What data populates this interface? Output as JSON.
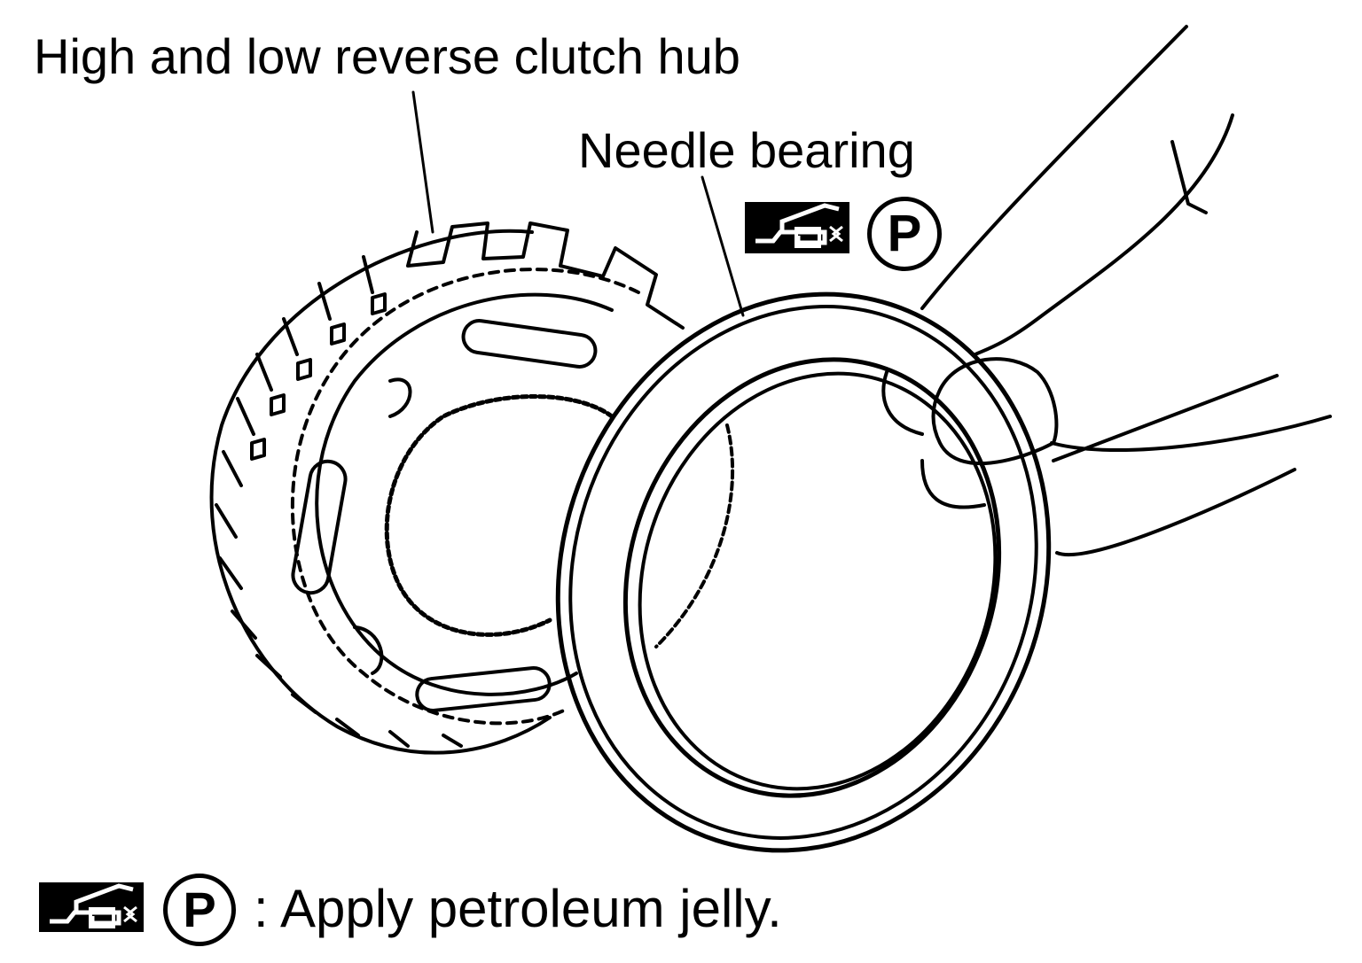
{
  "labels": {
    "hub": "High and low reverse clutch hub",
    "bearing": "Needle bearing"
  },
  "symbols": {
    "p_mark": "P",
    "grease_gun_icon": "grease-gun-icon"
  },
  "legend": {
    "p_mark": "P",
    "text": ": Apply petroleum jelly."
  },
  "colors": {
    "ink": "#000000",
    "background": "#ffffff"
  }
}
